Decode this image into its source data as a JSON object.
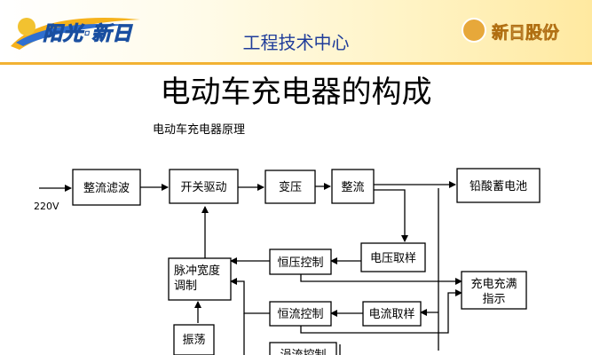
{
  "header": {
    "logo_left_text": "阳光·新日",
    "title": "工程技术中心",
    "logo_right_text": "新日股份"
  },
  "slide": {
    "title": "电动车充电器的构成",
    "subtitle": "电动车充电器原理"
  },
  "diagram": {
    "input_label": "220V",
    "boxes": {
      "rectifier_filter": "整流滤波",
      "switch_driver": "开关驱动",
      "transformer": "变压",
      "rectifier": "整流",
      "battery": "铅酸蓄电池",
      "voltage_sampling": "电压取样",
      "cv_control": "恒压控制",
      "pwm_line1": "脉冲宽度",
      "pwm_line2": "调制",
      "full_indicator_line1": "充电充满",
      "full_indicator_line2": "指示",
      "cc_control": "恒流控制",
      "current_sampling": "电流取样",
      "oscillator": "振荡",
      "trickle_control": "涓流控制"
    }
  }
}
